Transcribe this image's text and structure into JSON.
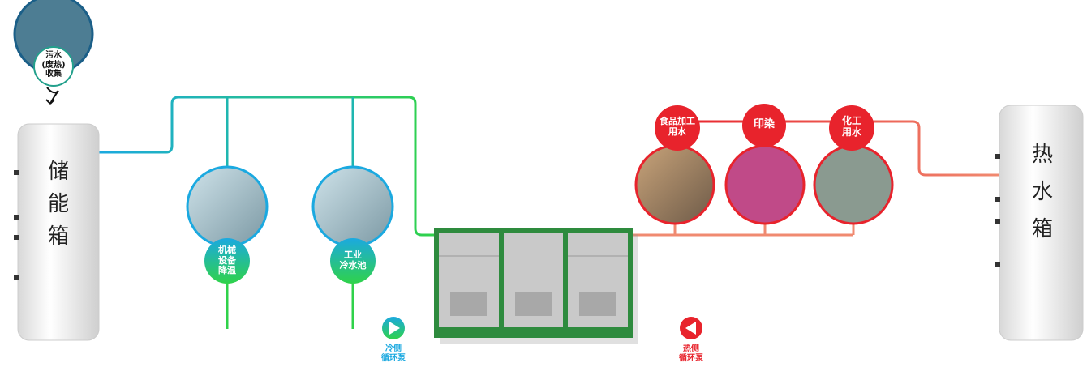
{
  "source": {
    "label_lines": [
      "污水",
      "(废热)",
      "收集"
    ]
  },
  "cold_tank": {
    "label": [
      "储",
      "能",
      "箱"
    ]
  },
  "hot_tank": {
    "label": [
      "热",
      "水",
      "箱"
    ]
  },
  "cold_loads": [
    {
      "label_lines": [
        "机械",
        "设备",
        "降温"
      ]
    },
    {
      "label_lines": [
        "工业",
        "冷水池"
      ]
    }
  ],
  "hot_loads": [
    {
      "label_lines": [
        "食品加工",
        "用水"
      ]
    },
    {
      "label_lines": [
        "印染"
      ]
    },
    {
      "label_lines": [
        "化工",
        "用水"
      ]
    }
  ],
  "cold_pump": {
    "label_lines": [
      "冷侧",
      "循环泵"
    ]
  },
  "hot_pump": {
    "label_lines": [
      "热侧",
      "循环泵"
    ]
  },
  "colors": {
    "cold": "#1ba9e0",
    "green": "#2fd24a",
    "hot": "#e8232c",
    "hot_light": "#f08a70",
    "machine": "#2e8b3e"
  }
}
